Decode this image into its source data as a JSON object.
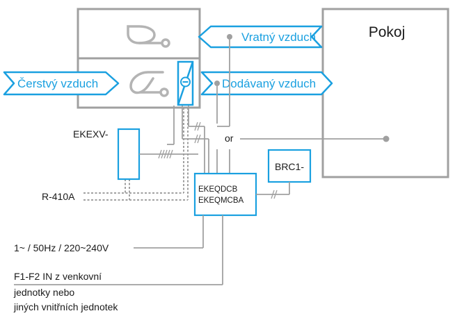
{
  "room": {
    "label": "Pokoj"
  },
  "airflows": {
    "return_air": "Vratný vzduch",
    "fresh_air": "Čerstvý vzduch",
    "supply_air": "Dodávaný vzduch"
  },
  "components": {
    "expansion_valve": "EKEXV-",
    "control_box_line1": "EKEQDCB",
    "control_box_line2": "EKEQMCBA",
    "remote_controller": "BRC1-"
  },
  "labels": {
    "or": "or",
    "refrigerant": "R-410A",
    "power_supply": "1~ / 50Hz / 220~240V",
    "f1f2_line1": "F1-F2 IN z venkovní",
    "f1f2_line2": "jednotky nebo",
    "f1f2_line3": "jiných vnitřních jednotek"
  },
  "colors": {
    "accent": "#1aa0e0",
    "line": "#9a9a9a",
    "text": "#1a1a1a"
  }
}
